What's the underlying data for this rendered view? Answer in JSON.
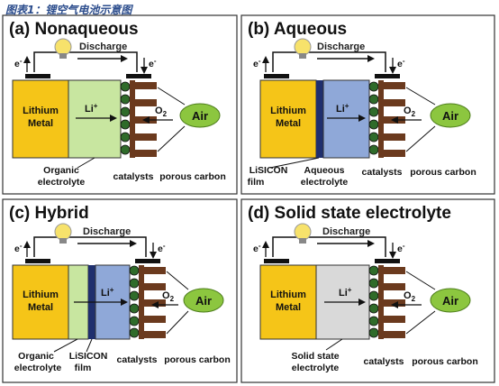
{
  "caption": "图表1：锂空气电池示意图",
  "colors": {
    "panel_border": "#333333",
    "panel_bg": "#ffffff",
    "lithium_metal": "#f5c518",
    "organic_electrolyte": "#c8e6a0",
    "aqueous_electrolyte": "#8fa8d8",
    "lisicon_film": "#1f2f6e",
    "solid_electrolyte": "#d9d9d9",
    "catalyst": "#2f6b2a",
    "porous_carbon": "#6b3a1e",
    "air_bubble": "#8cc63f",
    "bulb": "#f7e26b"
  },
  "icons": [
    "light-bulb-icon",
    "arrow-icon"
  ],
  "panels": [
    {
      "title": "(a) Nonaqueous",
      "discharge": "Discharge",
      "e_left": "e",
      "e_right": "e",
      "sup_minus": "-",
      "li_plus": "Li",
      "sup_plus": "+",
      "o2": "O",
      "o2_sub": "2",
      "air": "Air",
      "metal_line1": "Lithium",
      "metal_line2": "Metal",
      "bottom_labels": [
        "Organic",
        "electrolyte",
        "catalysts",
        "porous carbon"
      ]
    },
    {
      "title": "(b) Aqueous",
      "discharge": "Discharge",
      "e_left": "e",
      "e_right": "e",
      "sup_minus": "-",
      "li_plus": "Li",
      "sup_plus": "+",
      "o2": "O",
      "o2_sub": "2",
      "air": "Air",
      "metal_line1": "Lithium",
      "metal_line2": "Metal",
      "bottom_labels": [
        "LiSICON",
        "film",
        "Aqueous",
        "electrolyte",
        "catalysts",
        "porous carbon"
      ]
    },
    {
      "title": "(c) Hybrid",
      "discharge": "Discharge",
      "e_left": "e",
      "e_right": "e",
      "sup_minus": "-",
      "li_plus": "Li",
      "sup_plus": "+",
      "o2": "O",
      "o2_sub": "2",
      "air": "Air",
      "metal_line1": "Lithium",
      "metal_line2": "Metal",
      "bottom_labels": [
        "Organic",
        "electrolyte",
        "LiSICON",
        "film",
        "catalysts",
        "porous carbon"
      ]
    },
    {
      "title": "(d) Solid state electrolyte",
      "discharge": "Discharge",
      "e_left": "e",
      "e_right": "e",
      "sup_minus": "-",
      "li_plus": "Li",
      "sup_plus": "+",
      "o2": "O",
      "o2_sub": "2",
      "air": "Air",
      "metal_line1": "Lithium",
      "metal_line2": "Metal",
      "bottom_labels": [
        "Solid state",
        "electrolyte",
        "catalysts",
        "porous carbon"
      ]
    }
  ]
}
